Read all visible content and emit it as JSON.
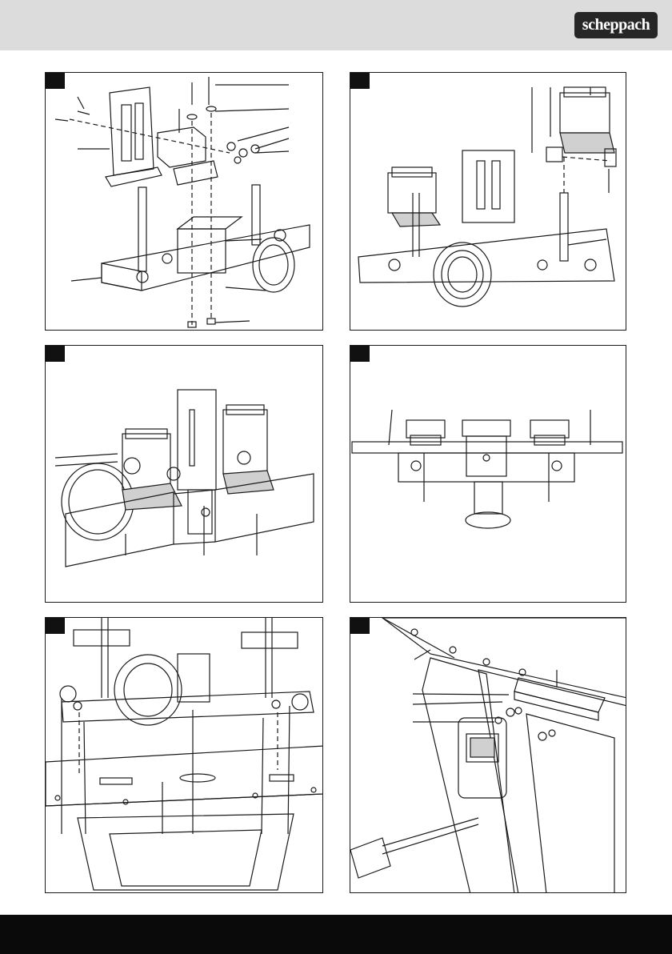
{
  "header": {
    "brand": "scheppach"
  },
  "figures": [
    {
      "id": "figure-1",
      "description_icon": "router-table-fence-exploded-assembly"
    },
    {
      "id": "figure-2",
      "description_icon": "fence-clamp-assembly"
    },
    {
      "id": "figure-3",
      "description_icon": "fence-boards-mounted"
    },
    {
      "id": "figure-4",
      "description_icon": "fence-top-view"
    },
    {
      "id": "figure-5",
      "description_icon": "fence-mounted-on-table"
    },
    {
      "id": "figure-6",
      "description_icon": "switch-bracket-mounting"
    }
  ],
  "colors": {
    "header_bg": "#dcdcdc",
    "logo_bg": "#262626",
    "footer_bg": "#0a0a0a",
    "line": "#1a1a1a",
    "hatch": "#555555"
  }
}
